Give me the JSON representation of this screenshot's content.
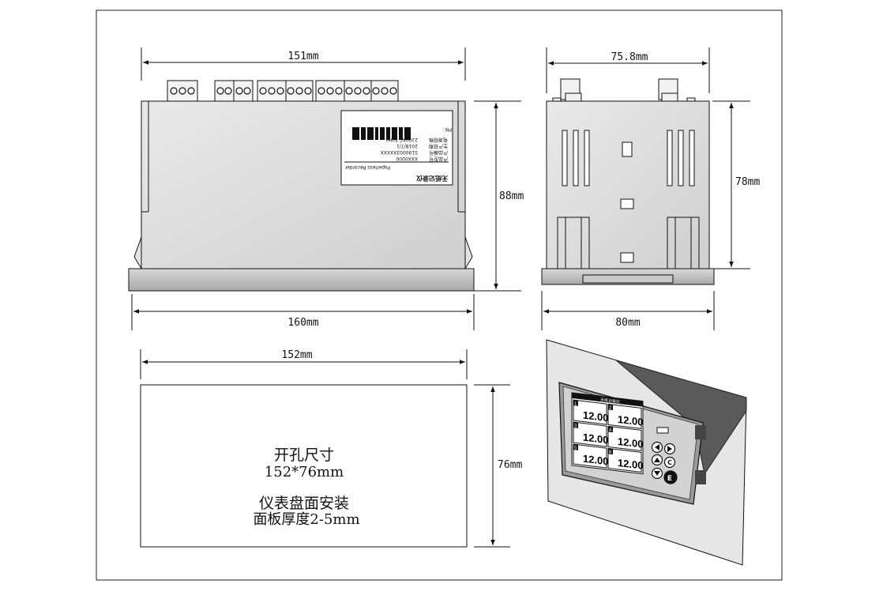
{
  "dimensions": {
    "top_width": "151mm",
    "side_depth": "75.8mm",
    "front_height": "88mm",
    "side_height": "78mm",
    "front_width": "160mm",
    "side_width": "80mm",
    "cutout_width": "152mm",
    "cutout_height": "76mm"
  },
  "nameplate": {
    "title": "无纸记录仪",
    "subtitle": "Paperless Recorder",
    "model_label": "产品型号",
    "model_value": "XXX0000",
    "serial_label": "产品编号",
    "serial_value": "S190003XXXXX",
    "date_label": "生产日期",
    "date_value": "2018/7/1",
    "power_label": "电源规格",
    "power_value": "220VAC 50Hz",
    "pn_label": "PN :"
  },
  "cutout": {
    "line1": "开孔尺寸",
    "line2": "152*76mm",
    "line3": "仪表盘面安装",
    "line4": "面板厚度2-5mm"
  },
  "device_screen": {
    "header": "无纸记录仪",
    "channels": [
      {
        "num": "1",
        "value": "12.00"
      },
      {
        "num": "2",
        "value": "12.00"
      },
      {
        "num": "3",
        "value": "12.00"
      },
      {
        "num": "4",
        "value": "12.00"
      },
      {
        "num": "5",
        "value": "12.00"
      },
      {
        "num": "6",
        "value": "12.00"
      }
    ],
    "key_c": "C",
    "key_e": "E"
  }
}
